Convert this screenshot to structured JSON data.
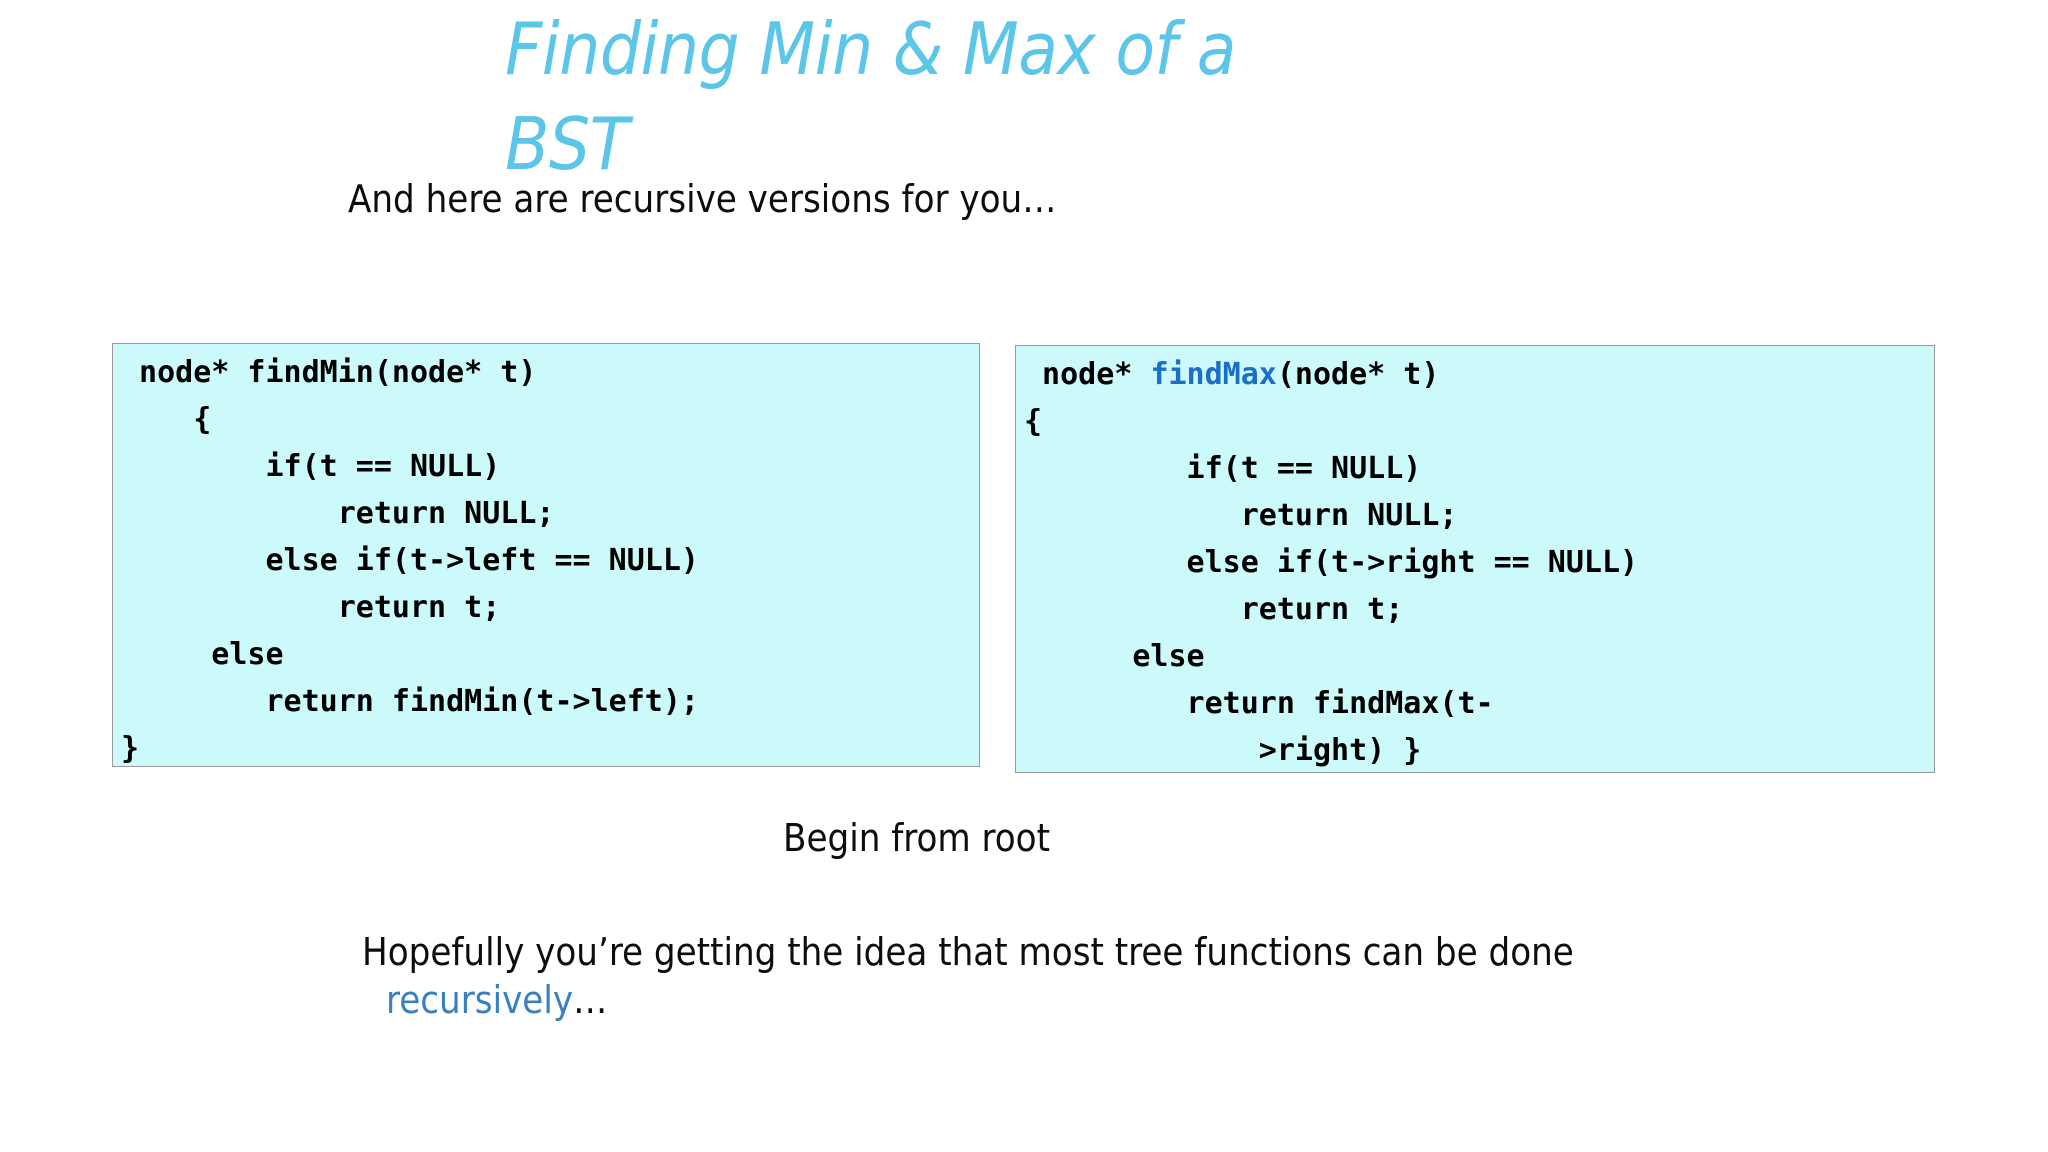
{
  "slide": {
    "title": "Finding Min & Max of a\nBST",
    "subtitle": "And here are recursive versions for you…",
    "caption": "Begin from root",
    "closing": {
      "line1": "Hopefully you’re getting the idea that most tree functions can be done",
      "accent_word": "recursively",
      "trailing": "…"
    }
  },
  "colors": {
    "title_blue": "#5BC6E8",
    "code_background": "#CCFAFA",
    "code_border": "#9a9a9a",
    "keyword_blue": "#1B6FC6",
    "accent_blue": "#3A80BF",
    "body_text": "#0d0d0d",
    "page_background": "#ffffff"
  },
  "code_boxes": [
    {
      "name": "findMin",
      "pre_highlight": "",
      "lines": [
        " node* findMin(node* t)",
        "    {",
        "        if(t == NULL)",
        "            return NULL;",
        "        else if(t->left == NULL)",
        "            return t;",
        "     else",
        "        return findMin(t->left);",
        "}"
      ]
    },
    {
      "name": "findMax",
      "header_prefix": " node* ",
      "header_keyword": "findMax",
      "header_suffix": "(node* t)",
      "lines": [
        "{",
        "         if(t == NULL)",
        "            return NULL;",
        "         else if(t->right == NULL)",
        "            return t;",
        "      else",
        "         return findMax(t-",
        "             >right) }"
      ]
    }
  ]
}
